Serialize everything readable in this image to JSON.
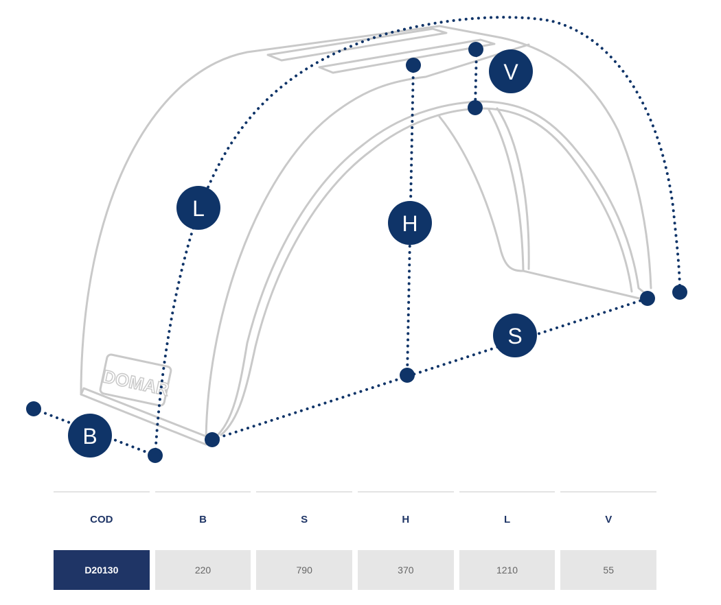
{
  "diagram": {
    "logo_text": "DOMAR",
    "markers": {
      "L": "L",
      "H": "H",
      "V": "V",
      "S": "S",
      "B": "B"
    },
    "colors": {
      "outline": "#c9c9c9",
      "accent": "#0f3468"
    }
  },
  "table": {
    "headers": [
      "COD",
      "B",
      "S",
      "H",
      "L",
      "V"
    ],
    "row": [
      "D20130",
      "220",
      "790",
      "370",
      "1210",
      "55"
    ],
    "colors": {
      "code_bg": "#1f3566",
      "header_text": "#1f3566",
      "cell_bg": "#e6e6e6"
    }
  }
}
